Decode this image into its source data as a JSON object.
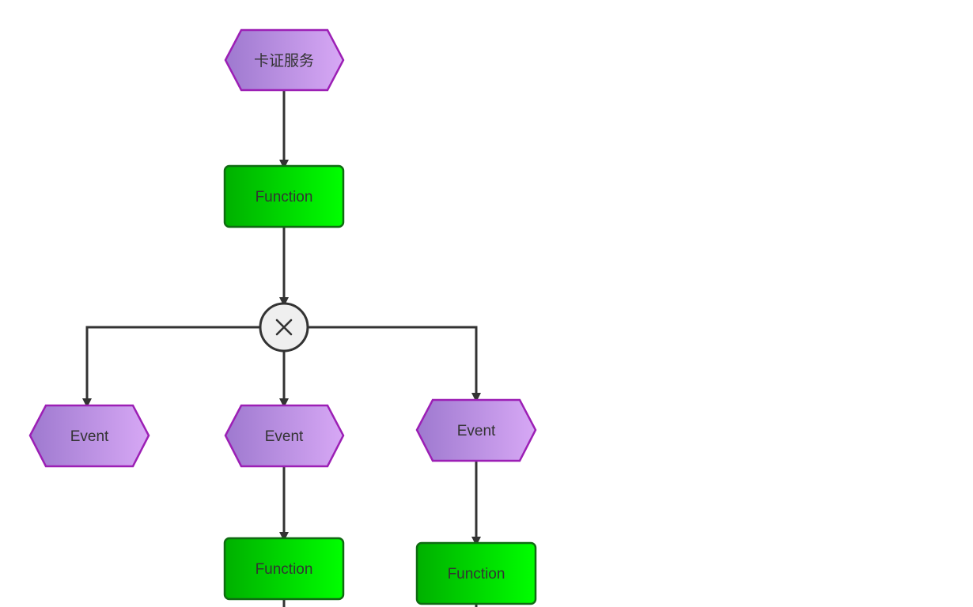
{
  "diagram": {
    "type": "EPC flow",
    "start_event": {
      "label": "卡证服务"
    },
    "function_top": {
      "label": "Function"
    },
    "gateway": {
      "icon": "xor-x-icon"
    },
    "event_left": {
      "label": "Event"
    },
    "event_mid": {
      "label": "Event"
    },
    "event_right": {
      "label": "Event"
    },
    "function_mid": {
      "label": "Function"
    },
    "function_right": {
      "label": "Function"
    }
  },
  "colors": {
    "event_fill_start": "#9e79cf",
    "event_fill_end": "#d7a8f5",
    "event_stroke": "#9c1fb5",
    "function_fill_start": "#00b000",
    "function_fill_end": "#00ff00",
    "function_stroke": "#0f6b12",
    "edge": "#333333",
    "gateway_fill": "#efefef"
  }
}
